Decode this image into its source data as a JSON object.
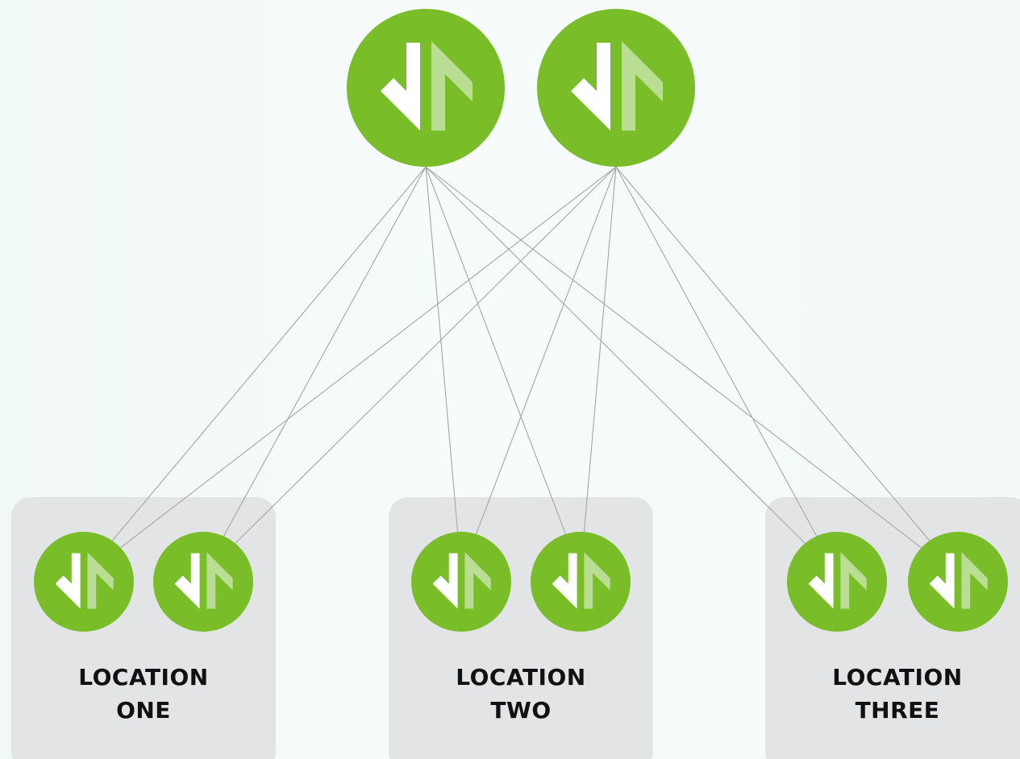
{
  "colors": {
    "node_green": "#79bd28",
    "arrow_white": "#ffffff",
    "arrow_light": "#b9dd92",
    "box_gray": "#e3e4e5",
    "line_gray": "#a5a5a5",
    "label_text": "#111111"
  },
  "icon": "up-down-arrows-icon",
  "hubs": [
    {
      "id": "hub-1"
    },
    {
      "id": "hub-2"
    }
  ],
  "locations": [
    {
      "line1": "LOCATION",
      "line2": "ONE",
      "nodes": 2
    },
    {
      "line1": "LOCATION",
      "line2": "TWO",
      "nodes": 2
    },
    {
      "line1": "LOCATION",
      "line2": "THREE",
      "nodes": 2
    }
  ],
  "connections": "full-mesh: each hub connects to every location node"
}
